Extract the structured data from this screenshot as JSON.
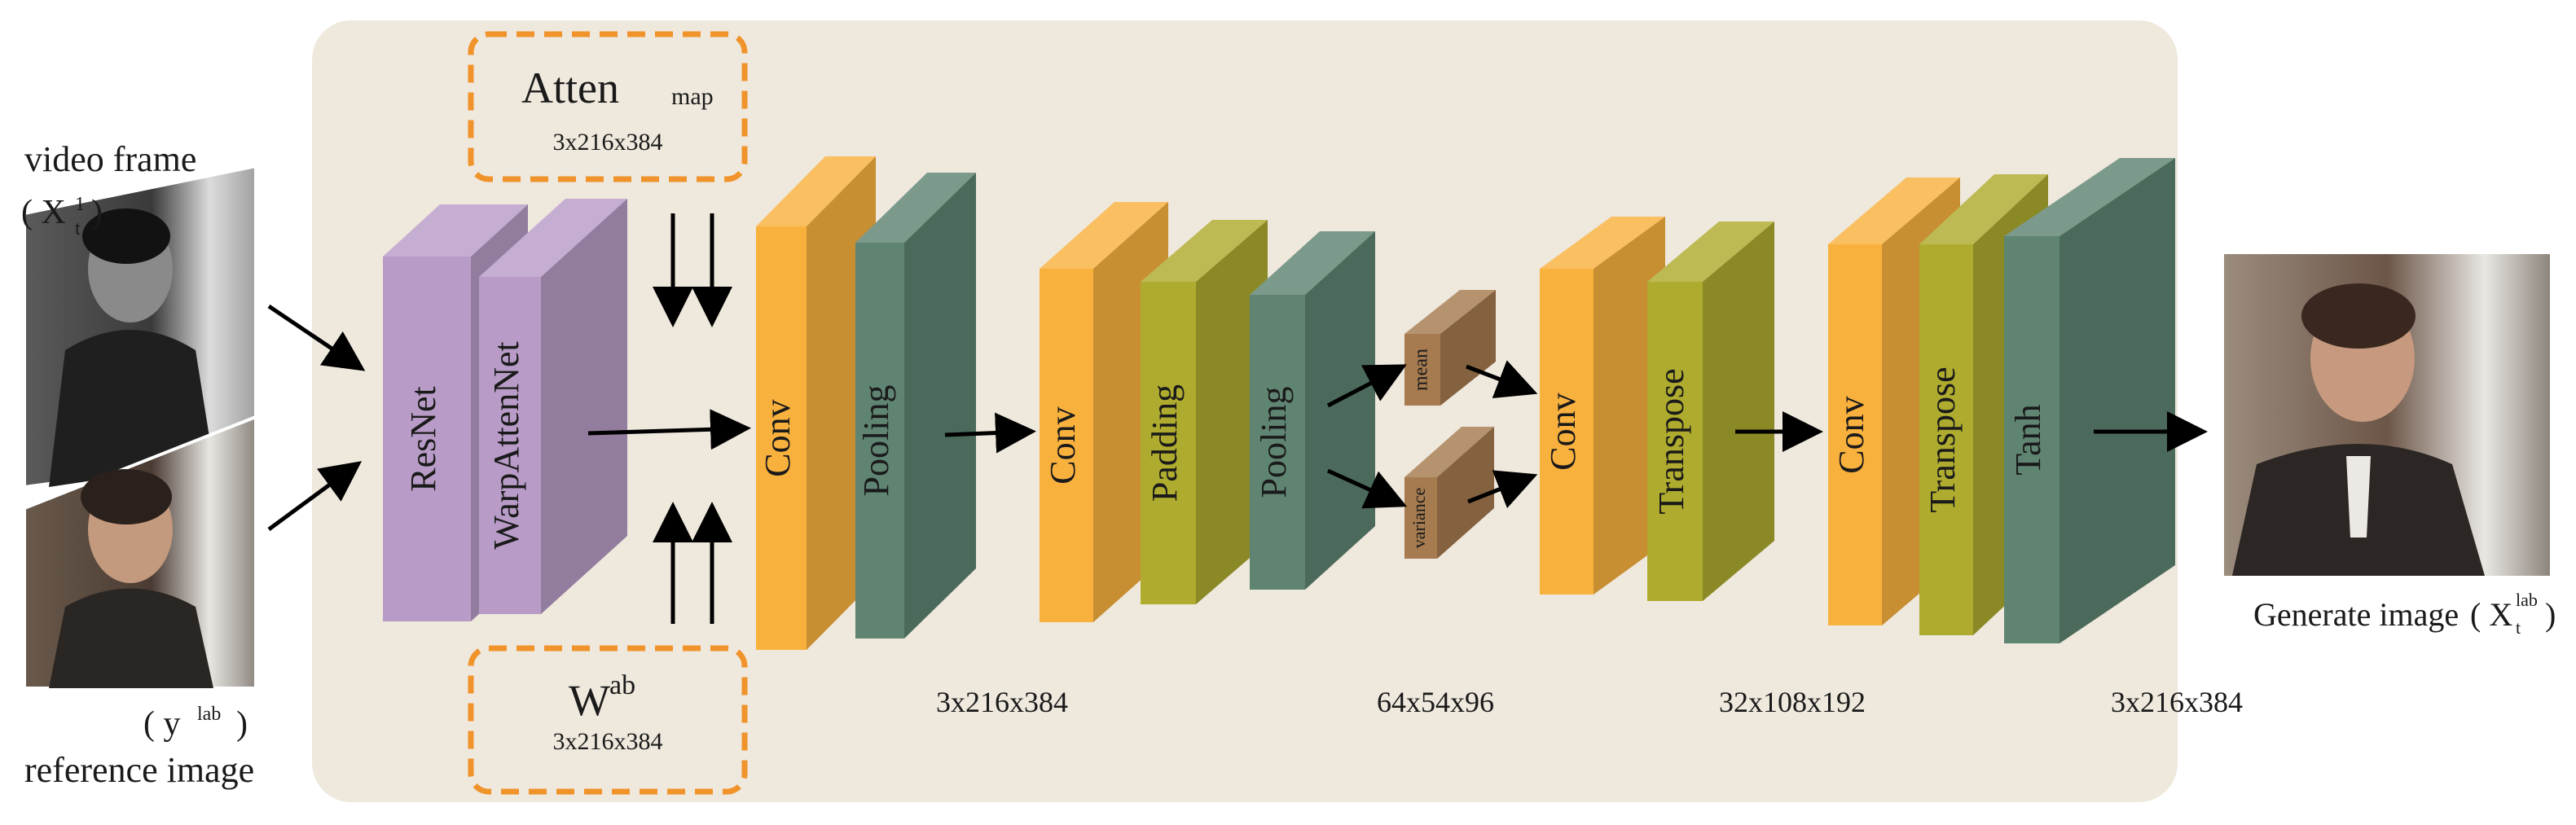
{
  "colors": {
    "panel": "#efe8dd",
    "purple": "#b89cc7",
    "orange": "#f9b13e",
    "teal": "#5f8472",
    "olive": "#aeab2e",
    "brown": "#a67b4f",
    "dash": "#f0932b"
  },
  "inputs": {
    "video_frame_label": "video frame",
    "video_frame_symbol_open": "( X",
    "video_frame_sup": "1",
    "video_frame_sub": "t",
    "video_frame_close": ")",
    "reference_symbol_open": "( y",
    "reference_sup": "lab",
    "reference_close": ")",
    "reference_label": "reference image"
  },
  "attention_box": {
    "main": "Atten",
    "sub": "map",
    "dims": "3x216x384"
  },
  "warp_box": {
    "main": "W",
    "sup": "ab",
    "dims": "3x216x384"
  },
  "blocks": {
    "resnet": "ResNet",
    "warpattennet": "WarpAttenNet",
    "conv1": "Conv",
    "pool1": "Pooling",
    "conv2": "Conv",
    "padding": "Padding",
    "pool2": "Pooling",
    "mean": "mean",
    "variance": "variance",
    "conv3": "Conv",
    "transpose1": "Transpose",
    "conv4": "Conv",
    "transpose2": "Transpose",
    "tanh": "Tanh"
  },
  "dims": {
    "d1": "3x216x384",
    "d2": "64x54x96",
    "d3": "32x108x192",
    "d4": "3x216x384"
  },
  "output": {
    "label_prefix": "Generate image",
    "symbol_open": "( X",
    "sup": "lab",
    "sub": "t",
    "close": ")"
  }
}
